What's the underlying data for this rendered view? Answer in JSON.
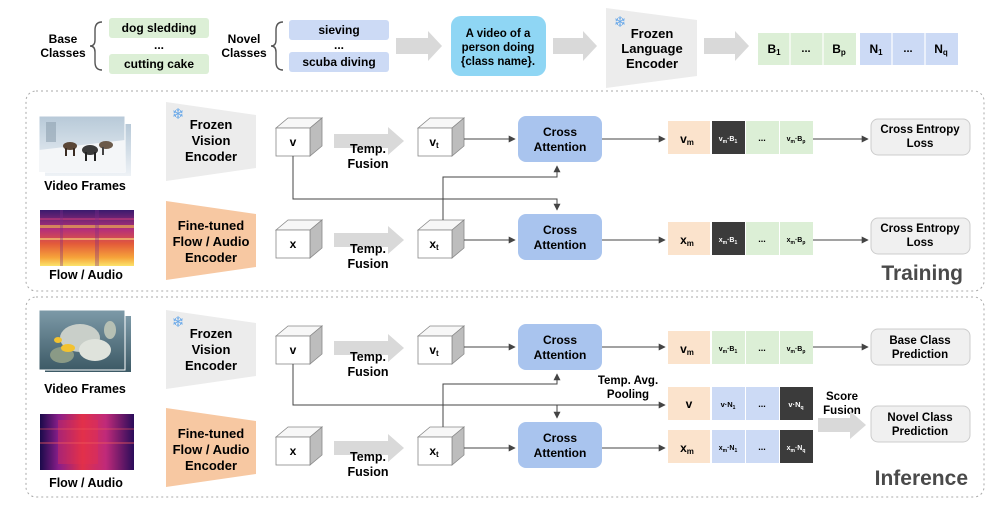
{
  "header": {
    "base_label_1": "Base",
    "base_label_2": "Classes",
    "base_items": [
      "dog sledding",
      "...",
      "cutting cake"
    ],
    "novel_label_1": "Novel",
    "novel_label_2": "Classes",
    "novel_items": [
      "sieving",
      "...",
      "scuba diving"
    ],
    "prompt_lines": [
      "A video of a",
      "person doing",
      "{class name}."
    ],
    "lang_encoder_lines": [
      "Frozen",
      "Language",
      "Encoder"
    ],
    "base_tokens": [
      "B",
      "...",
      "B"
    ],
    "base_token_subs": [
      "1",
      "",
      "p"
    ],
    "novel_tokens": [
      "N",
      "...",
      "N"
    ],
    "novel_token_subs": [
      "1",
      "",
      "q"
    ]
  },
  "training": {
    "panel_title": "Training",
    "video_caption": "Video Frames",
    "audio_caption": "Flow / Audio",
    "vision_encoder_lines": [
      "Frozen",
      "Vision",
      "Encoder"
    ],
    "audio_encoder_lines": [
      "Fine-tuned",
      "Flow / Audio",
      "Encoder"
    ],
    "v_label": "v",
    "x_label": "x",
    "temp_fusion_lines": [
      "Temp.",
      "Fusion"
    ],
    "vt_label": "v",
    "xt_label": "x",
    "t_sub": "t",
    "cross_attention_lines": [
      "Cross",
      "Attention"
    ],
    "vm_label": "v",
    "xm_label": "x",
    "m_sub": "m",
    "v_row_cells": [
      "v·B",
      "...",
      "v·B"
    ],
    "x_row_cells": [
      "x·B",
      "...",
      "x·B"
    ],
    "loss_lines": [
      "Cross Entropy",
      "Loss"
    ]
  },
  "inference": {
    "panel_title": "Inference",
    "video_caption": "Video Frames",
    "audio_caption": "Flow / Audio",
    "vision_encoder_lines": [
      "Frozen",
      "Vision",
      "Encoder"
    ],
    "audio_encoder_lines": [
      "Fine-tuned",
      "Flow / Audio",
      "Encoder"
    ],
    "temp_fusion_lines": [
      "Temp.",
      "Fusion"
    ],
    "cross_attention_lines": [
      "Cross",
      "Attention"
    ],
    "pooling_lines": [
      "Temp. Avg.",
      "Pooling"
    ],
    "v_label": "v",
    "v_row_cells": [
      "v·B",
      "...",
      "v·B"
    ],
    "pooled_cells": [
      "v·N",
      "...",
      "v·N"
    ],
    "x_row_cells": [
      "x·N",
      "...",
      "x·N"
    ],
    "score_fusion_lines": [
      "Score",
      "Fusion"
    ],
    "base_pred_lines": [
      "Base Class",
      "Prediction"
    ],
    "novel_pred_lines": [
      "Novel Class",
      "Prediction"
    ]
  },
  "colors": {
    "green_fill": "#dcefd6",
    "blue_fill": "#ccdaf5",
    "prompt_fill": "#8fd6f4",
    "attention_fill": "#a9c4ee",
    "peach_fill": "#fbe3cc",
    "orange_encoder": "#f7c8a2",
    "gray_encoder": "#ececec",
    "dark_cell": "#3b3b3b",
    "snowflake": "#6aa9e9"
  }
}
